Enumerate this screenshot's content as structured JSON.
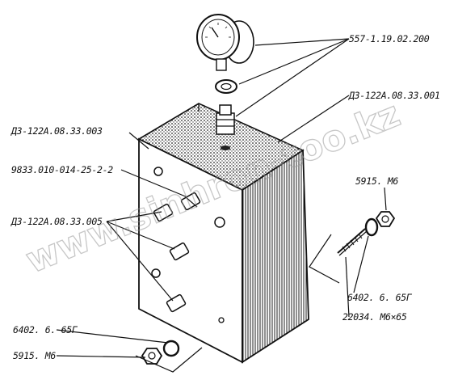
{
  "labels": {
    "gauge": "557-1.19.02.200",
    "housing": "ДЗ-122А.08.33.001",
    "block": "ДЗ-122А.08.33.003",
    "fitting": "9833.010-014-25-2-2",
    "plug": "ДЗ-122А.08.33.005",
    "nut_right": "5915. М6",
    "washer_right": "6402. 6. 65Г",
    "bolt": "22034. М6×65",
    "washer_left": "6402. 6. 65Г",
    "nut_left": "5915. М6"
  },
  "watermark": "www.sinhron-too.kz",
  "colors": {
    "ink": "#111111",
    "watermark": "#9a9a9a"
  }
}
